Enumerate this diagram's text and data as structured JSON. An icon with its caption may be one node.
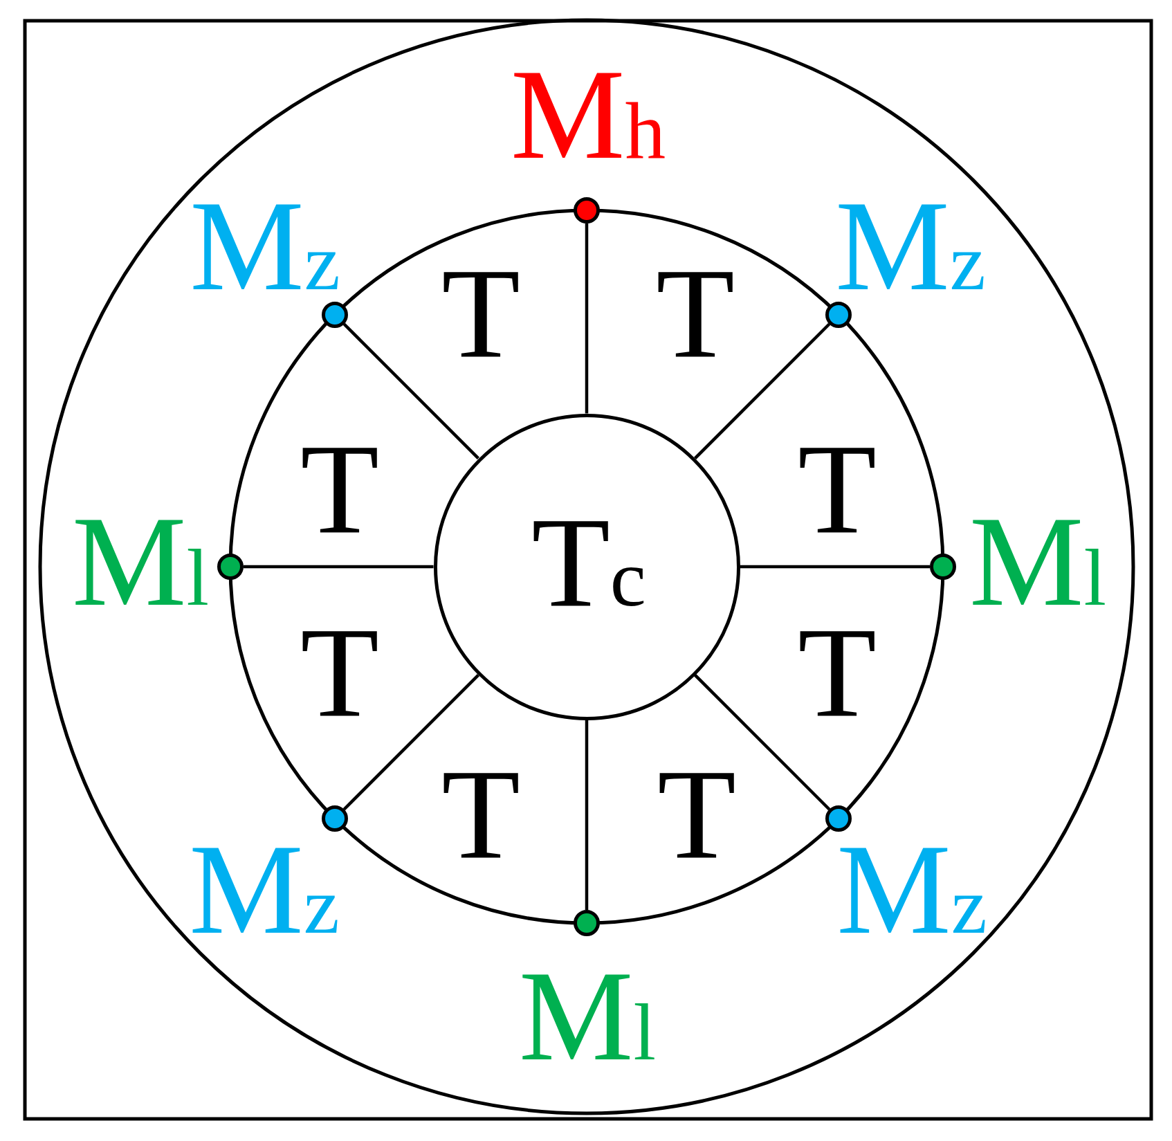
{
  "diagram": {
    "nodes": [
      {
        "text": [],
        "shape": "circle",
        "beside": [
          "M$_{h}$"
        ]
      },
      {
        "text": [],
        "shape": "circle",
        "beside": [
          "M$_{z}$"
        ]
      },
      {
        "text": [],
        "shape": "circle",
        "beside": [
          "M$_{z}$"
        ]
      },
      {
        "text": [],
        "shape": "circle",
        "beside": [
          "M$_{l}$"
        ]
      },
      {
        "text": [
          "T$_{c}$"
        ]
      },
      {
        "text": [],
        "shape": "circle",
        "beside": [
          "M$_{l}$"
        ]
      },
      {
        "text": [],
        "shape": "circle",
        "beside": [
          "M$_{z}$"
        ]
      },
      {
        "text": [],
        "shape": "circle",
        "beside": [
          "M$_{z}$"
        ]
      },
      {
        "text": [],
        "shape": "circle",
        "beside": [
          "M$_{l}$"
        ]
      }
    ],
    "edges": [
      {
        "from": 4,
        "to": 0,
        "arrow": "none"
      },
      {
        "from": 4,
        "to": 1,
        "arrow": "none"
      },
      {
        "from": 4,
        "to": 2,
        "arrow": "none"
      },
      {
        "from": 4,
        "to": 3,
        "arrow": "none"
      },
      {
        "from": 4,
        "to": 5,
        "arrow": "none"
      },
      {
        "from": 4,
        "to": 6,
        "arrow": "none"
      },
      {
        "from": 4,
        "to": 7,
        "arrow": "none"
      },
      {
        "from": 4,
        "to": 8,
        "arrow": "none"
      }
    ],
    "labels": [
      "T",
      "T",
      "T",
      "T",
      "T",
      "T",
      "T",
      "T"
    ]
  }
}
